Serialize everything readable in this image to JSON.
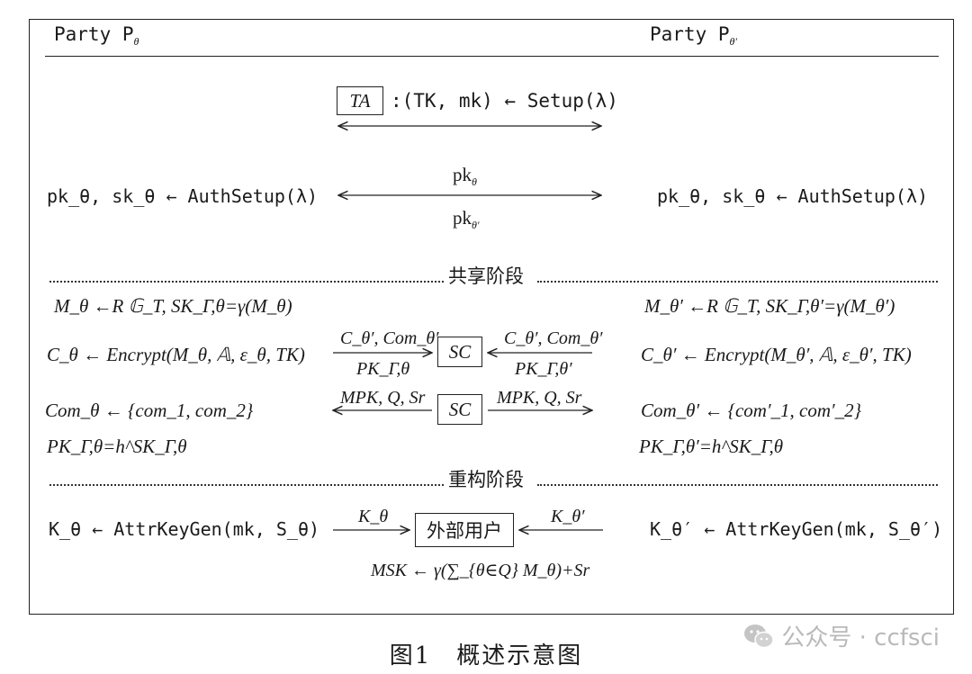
{
  "header": {
    "party_left": "Party P",
    "party_left_sub": "θ",
    "party_right": "Party P",
    "party_right_sub": "θ′"
  },
  "setup": {
    "ta_label": "TA",
    "ta_expr": ":(TK, mk) ← Setup(λ)",
    "auth_left": "pk_θ, sk_θ ← AuthSetup(λ)",
    "auth_right": "pk_θ, sk_θ ← AuthSetup(λ)",
    "pk_top": "pk",
    "pk_top_sub": "θ",
    "pk_bottom": "pk",
    "pk_bottom_sub": "θ′"
  },
  "sharing": {
    "section_label": "共享阶段",
    "left_line1": "M_θ ←R 𝔾_T, SK_Γ,θ=γ(M_θ)",
    "right_line1": "M_θ′ ←R 𝔾_T, SK_Γ,θ′=γ(M_θ′)",
    "left_line2": "C_θ ← Encrypt(M_θ, 𝔸, ε_θ, TK)",
    "right_line2": "C_θ′ ← Encrypt(M_θ′, 𝔸, ε_θ′, TK)",
    "left_line3": "Com_θ ← {com_1, com_2}",
    "right_line3": "Com_θ′ ← {com′_1, com′_2}",
    "left_line4": "PK_Γ,θ=h^SK_Γ,θ",
    "right_line4": "PK_Γ,θ′=h^SK_Γ,θ",
    "sc_label": "SC",
    "sc_left_top": "C_θ′, Com_θ′",
    "sc_left_bottom": "PK_Γ,θ",
    "sc_right_top": "C_θ′, Com_θ′",
    "sc_right_bottom": "PK_Γ,θ′",
    "sc2_left": "MPK, Q, Sr",
    "sc2_right": "MPK, Q, Sr"
  },
  "reconstruct": {
    "section_label": "重构阶段",
    "left_line": "K_θ ← AttrKeyGen(mk, S_θ)",
    "right_line": "K_θ′ ← AttrKeyGen(mk, S_θ′)",
    "box_label": "外部用户",
    "arrow_left": "K_θ",
    "arrow_right": "K_θ′",
    "msk": "MSK ← γ(∑_{θ∈Q} M_θ)+Sr"
  },
  "caption": "图1　概述示意图",
  "watermark": "公众号 · ccfsci"
}
